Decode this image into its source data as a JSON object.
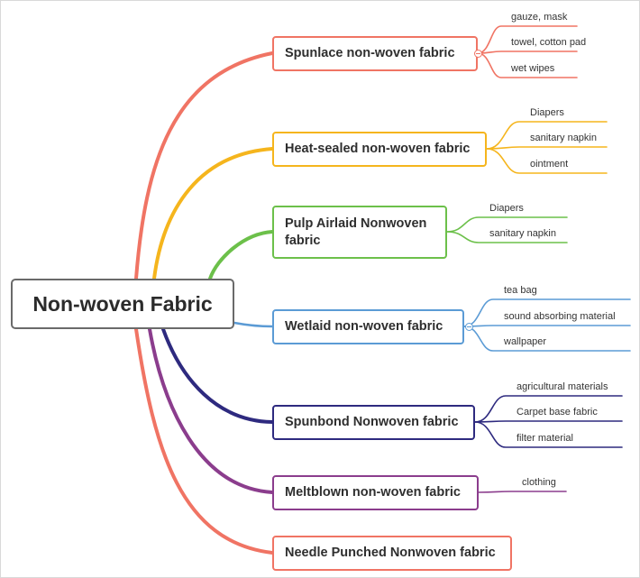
{
  "root": {
    "label": "Non-woven Fabric",
    "color": "#6a6a6a"
  },
  "branches": [
    {
      "label": "Spunlace non-woven fabric",
      "color": "#f07464",
      "leaves": [
        "gauze, mask",
        "towel, cotton pad",
        "wet wipes"
      ]
    },
    {
      "label": "Heat-sealed non-woven fabric",
      "color": "#f5b51d",
      "leaves": [
        "Diapers",
        "sanitary napkin",
        "ointment"
      ]
    },
    {
      "label": "Pulp Airlaid Nonwoven fabric",
      "color": "#6cc04a",
      "leaves": [
        "Diapers",
        "sanitary napkin"
      ]
    },
    {
      "label": "Wetlaid non-woven fabric",
      "color": "#5b9bd5",
      "leaves": [
        "tea bag",
        "sound absorbing material",
        "wallpaper"
      ]
    },
    {
      "label": "Spunbond Nonwoven fabric",
      "color": "#2e2a7f",
      "leaves": [
        "agricultural materials",
        "Carpet base fabric",
        "filter material"
      ]
    },
    {
      "label": "Meltblown non-woven fabric",
      "color": "#8b3d8d",
      "leaves": [
        "clothing"
      ]
    },
    {
      "label": "Needle Punched Nonwoven fabric",
      "color": "#f07464",
      "leaves": []
    }
  ]
}
